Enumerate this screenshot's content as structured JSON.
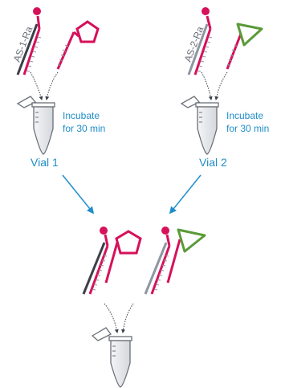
{
  "labels": {
    "strand_1": "AS-1-Ra",
    "strand_2": "AS-2-Ra",
    "incubate_1_line1": "Incubate",
    "incubate_1_line2": "for 30 min",
    "incubate_2_line1": "Incubate",
    "incubate_2_line2": "for 30 min",
    "vial_1": "Vial 1",
    "vial_2": "Vial 2"
  },
  "colors": {
    "magenta": "#d6105a",
    "dark_strand": "#3a3f4a",
    "light_strand": "#8f96a3",
    "green_triangle": "#5a9a38",
    "blue": "#1f8ec9",
    "tube_outline": "#6b6f77",
    "tube_fill": "#e9ebee"
  }
}
